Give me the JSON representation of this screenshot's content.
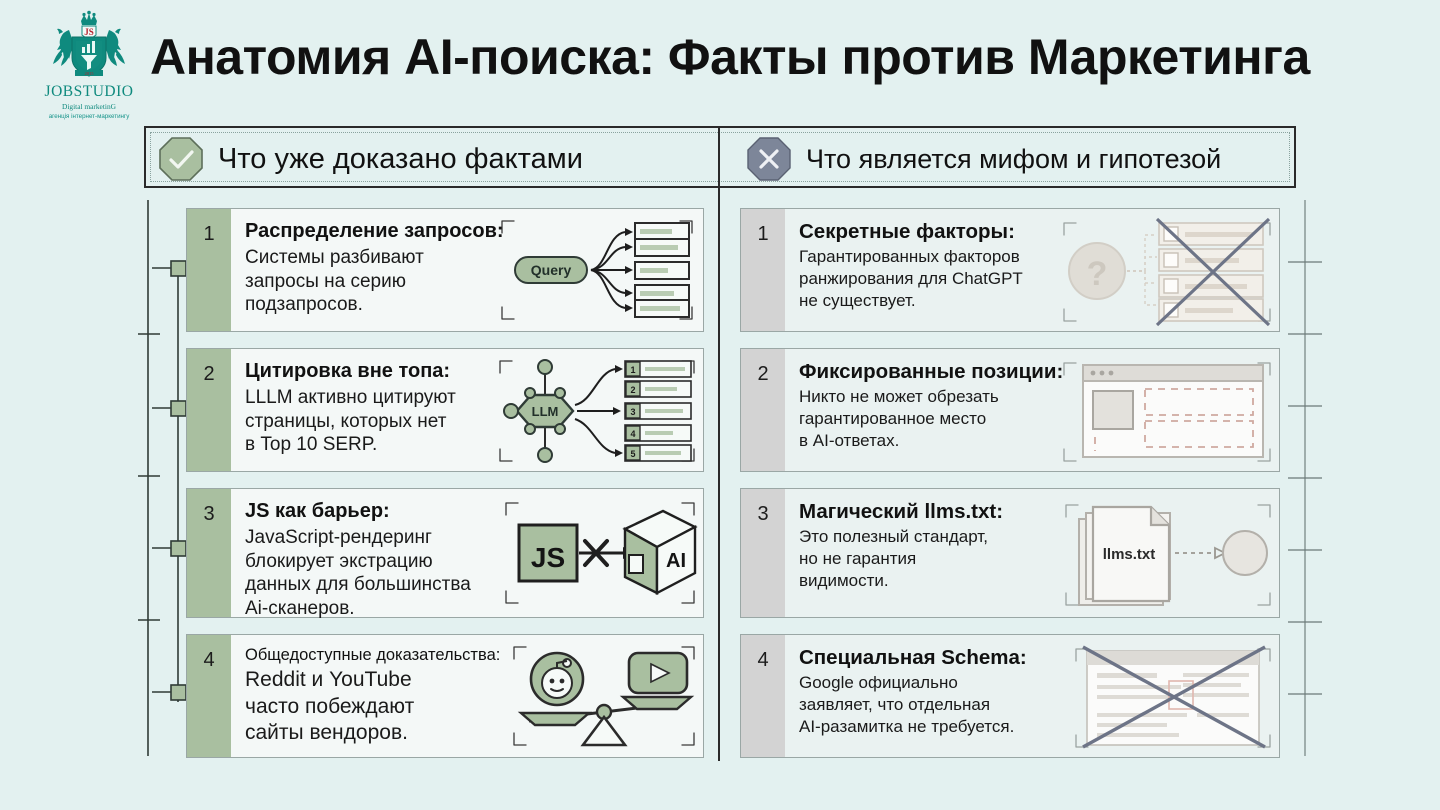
{
  "brand": {
    "name": "JOBSTUDIO",
    "tagline": "Digital marketinG",
    "subtagline": "агенція інтернет-маркетингу",
    "color": "#0f8a7e"
  },
  "page": {
    "title": "Анатомия AI-поиска: Факты против Маркетинга",
    "background_color": "#e3f1f0"
  },
  "columns": {
    "facts": {
      "header": "Что уже доказано фактами",
      "icon": "check-octagon-icon",
      "accent_color": "#a9bfa0",
      "cards": [
        {
          "number": "1",
          "heading": "Распределение запросов:",
          "description": "Системы разбивают\nзапросы на серию\nподзапросов.",
          "art": "query-fanout-diagram",
          "art_label": "Query"
        },
        {
          "number": "2",
          "heading": "Цитировка вне топа:",
          "description": "LLLM активно цитируют\nстраницы, которых нет\nв Top 10 SERP.",
          "art": "llm-node-serp-diagram",
          "art_label": "LLM",
          "serp_ranks": [
            "1",
            "2",
            "3",
            "4",
            "5"
          ]
        },
        {
          "number": "3",
          "heading": "JS как барьер:",
          "description": "JavaScript-рендеринг\nблокирует экстрацию\nданных для большинства\nAi-сканеров.",
          "art": "js-blocked-ai-cube",
          "art_labels": [
            "JS",
            "AI"
          ]
        },
        {
          "number": "4",
          "heading": "Общедоступные доказательства:",
          "description": " Reddit и YouTube\nчасто побеждают\nсайты вендоров.",
          "art": "reddit-youtube-balance-scale"
        }
      ]
    },
    "myths": {
      "header": "Что является мифом и гипотезой",
      "icon": "cross-octagon-icon",
      "accent_color": "#7d8699",
      "cards": [
        {
          "number": "1",
          "heading": "Секретные факторы:",
          "description": "Гарантированных факторов\nранжирования для ChatGPT\nне существует.",
          "art": "question-checklist-crossed-out",
          "art_label": "?"
        },
        {
          "number": "2",
          "heading": "Фиксированные позиции:",
          "description": "Никто не может обрезать\nгарантированное место\nв AI-ответах.",
          "art": "browser-window-reserved-slots"
        },
        {
          "number": "3",
          "heading": "Магический llms.txt:",
          "description": "Это полезный стандарт,\nно не гарантия\nвидимости.",
          "art": "llms-txt-documents",
          "art_label": "llms.txt"
        },
        {
          "number": "4",
          "heading": "Специальная Schema:",
          "description": "Google официально\nзаявляет, что отдельная\nAI-разамитка не требуется.",
          "art": "schema-document-crossed-out"
        }
      ]
    }
  }
}
